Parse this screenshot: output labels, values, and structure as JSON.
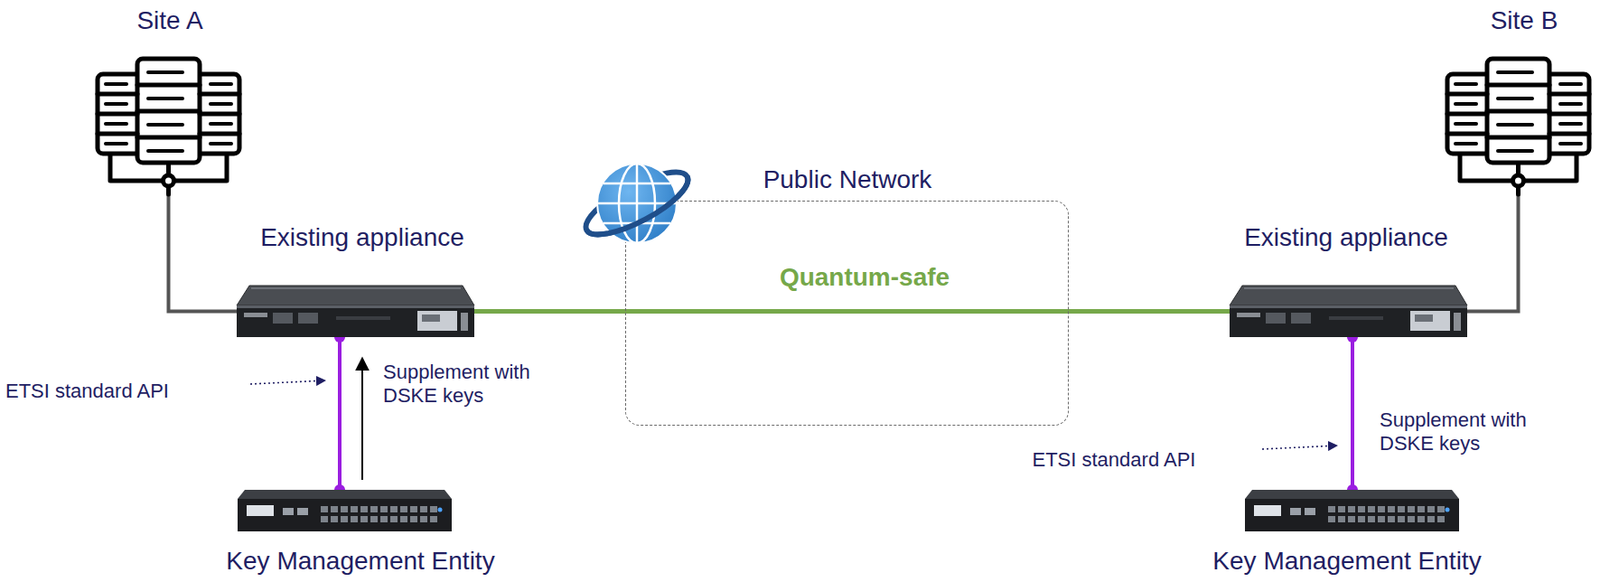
{
  "diagram": {
    "nodes": [
      {
        "text": [
          "Site A"
        ]
      },
      {
        "text": [
          "Site B"
        ]
      },
      {
        "text": [
          "Existing appliance"
        ]
      },
      {
        "text": [
          "Public Network"
        ]
      },
      {
        "text": [
          "Existing appliance"
        ]
      },
      {
        "text": [
          "Key Management Entity"
        ]
      },
      {
        "text": [
          "Key Management Entity"
        ]
      }
    ],
    "edges": [
      {
        "from": 0,
        "to": 2,
        "arrow": "none"
      },
      {
        "from": 1,
        "to": 4,
        "arrow": "none"
      },
      {
        "from": 2,
        "to": 4,
        "label": "Quantum-safe",
        "arrow": "none"
      },
      {
        "from": 2,
        "to": 5,
        "arrow": "none"
      },
      {
        "from": 4,
        "to": 6,
        "arrow": "none"
      }
    ],
    "labels": [
      "ETSI standard API",
      "Supplement with DSKE keys",
      "ETSI standard API",
      "Supplement with DSKE keys"
    ]
  }
}
